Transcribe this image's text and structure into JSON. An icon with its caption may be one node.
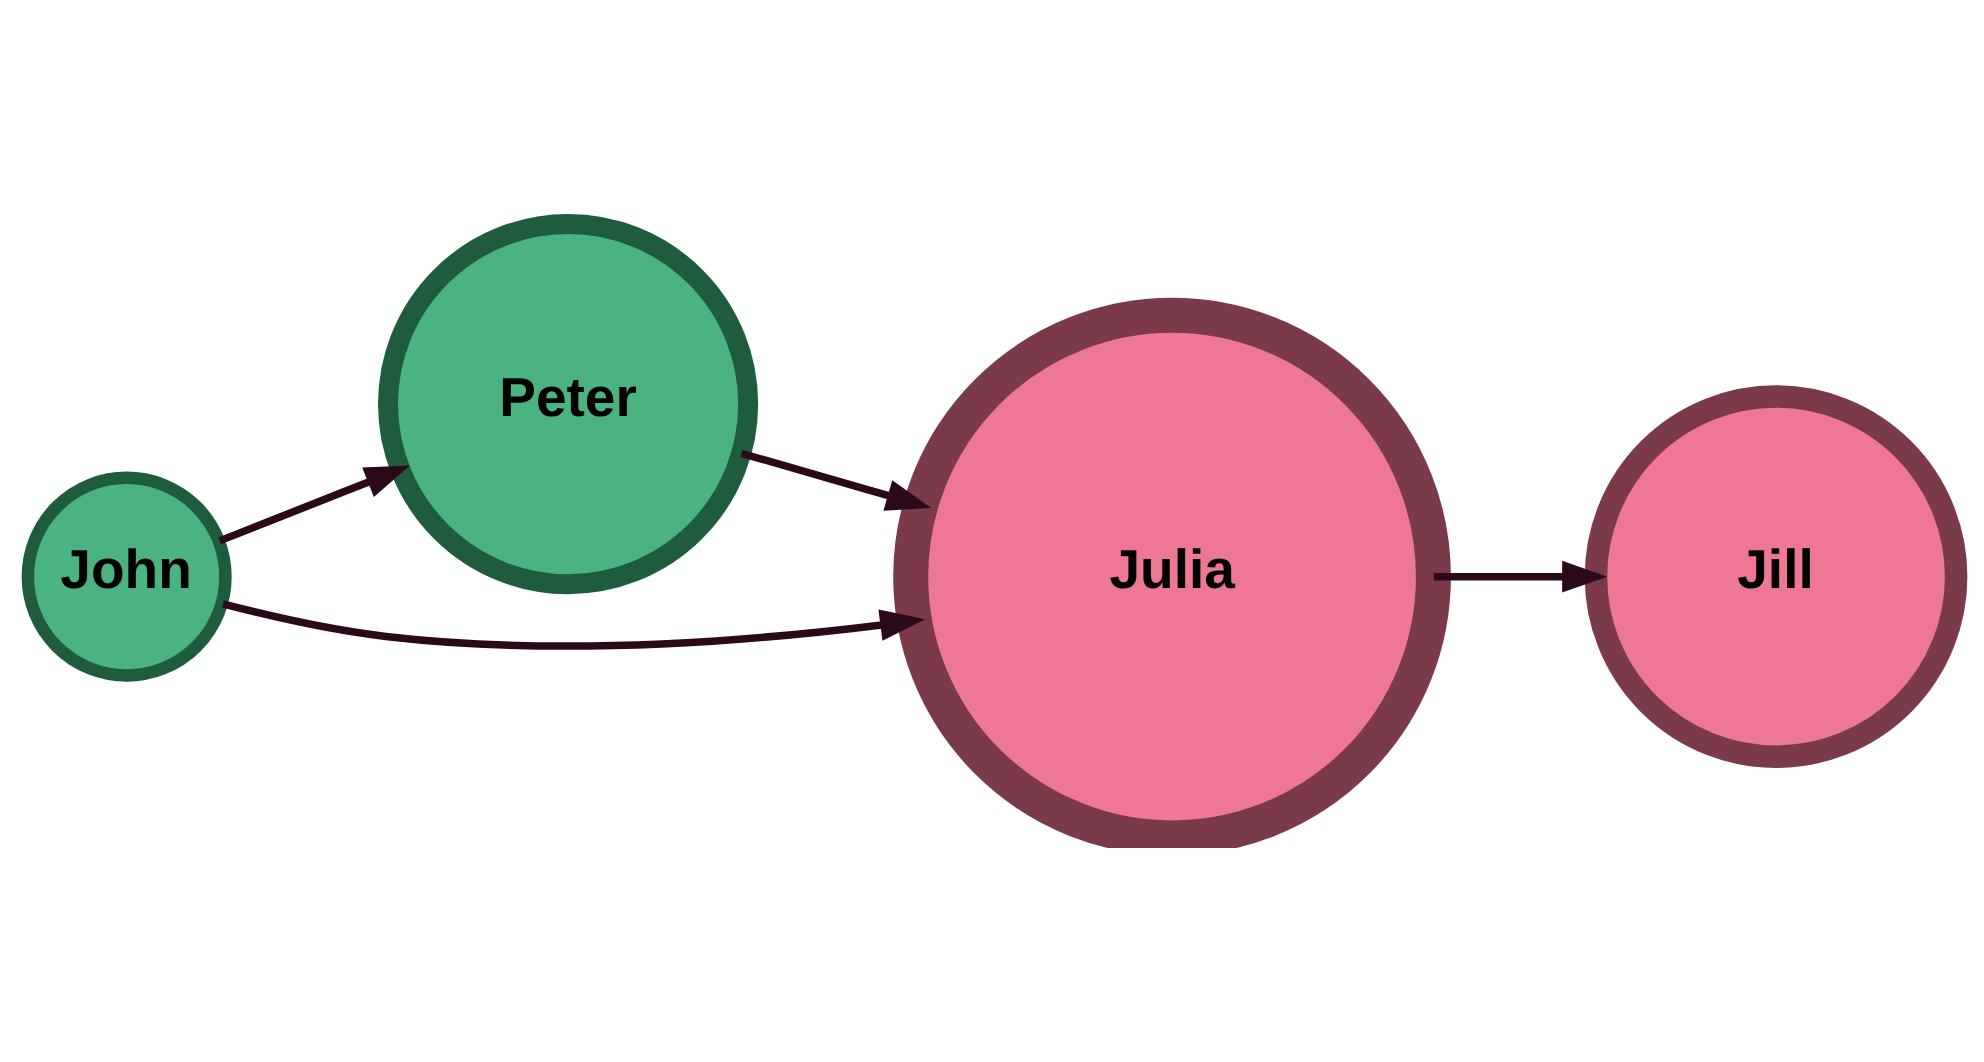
{
  "diagram": {
    "nodes": [
      {
        "text": [
          "John"
        ]
      },
      {
        "text": [
          "Peter"
        ]
      },
      {
        "text": [
          "Julia"
        ]
      },
      {
        "text": [
          "Jill"
        ]
      }
    ],
    "edges": [
      {
        "from": 0,
        "to": 1,
        "arrow": "to"
      },
      {
        "from": 0,
        "to": 2,
        "arrow": "to"
      },
      {
        "from": 1,
        "to": 2,
        "arrow": "to"
      },
      {
        "from": 2,
        "to": 3,
        "arrow": "to"
      }
    ]
  }
}
